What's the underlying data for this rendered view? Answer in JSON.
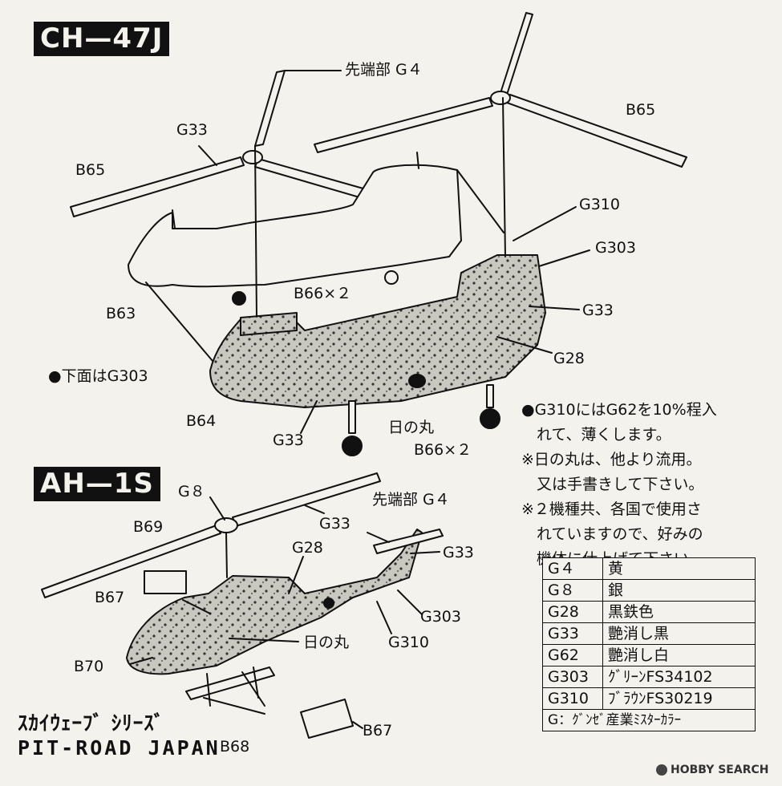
{
  "models": {
    "chinook": {
      "title": "CH—47J"
    },
    "cobra": {
      "title": "AH—1S"
    }
  },
  "chinook_labels": {
    "tip": "先端部 G４",
    "g33_a": "G33",
    "b65_left": "B65",
    "b65_right": "B65",
    "g310": "G310",
    "g303": "G303",
    "b66_upper": "B66×２",
    "g33_b": "G33",
    "b63": "B63",
    "g28": "G28",
    "underside": "下面はG303",
    "b64": "B64",
    "g33_c": "G33",
    "hinomaru": "日の丸",
    "b66_lower": "B66×２"
  },
  "notes": [
    "●G310にはG62を10%程入",
    "　れて、薄くします。",
    "※日の丸は、他より流用。",
    "　又は手書きして下さい。",
    "※２機種共、各国で使用さ",
    "　れていますので、好みの",
    "　機体に仕上げて下さい。"
  ],
  "cobra_labels": {
    "g8": "G８",
    "tip": "先端部 G４",
    "b69": "B69",
    "g33_a": "G33",
    "g33_b": "G33",
    "g28": "G28",
    "b67_a": "B67",
    "g303": "G303",
    "hinomaru": "日の丸",
    "g310": "G310",
    "b70": "B70",
    "b67_b": "B67",
    "b68": "B68"
  },
  "legend": {
    "rows": [
      {
        "code": "G４",
        "name": "黄"
      },
      {
        "code": "G８",
        "name": "銀"
      },
      {
        "code": "G28",
        "name": "黒鉄色"
      },
      {
        "code": "G33",
        "name": "艷消し黒"
      },
      {
        "code": "G62",
        "name": "艷消し白"
      },
      {
        "code": "G303",
        "name": "ｸﾞﾘｰﾝFS34102"
      },
      {
        "code": "G310",
        "name": "ﾌﾞﾗｳﾝFS30219"
      }
    ],
    "footer": "G：ｸﾞﾝｾﾞ産業ﾐｽﾀｰｶﾗｰ"
  },
  "footer": {
    "series": "ｽｶｲｳｪｰﾌﾞ ｼﾘｰｽﾞ",
    "brand": "PIT-ROAD JAPAN",
    "watermark": "HOBBY SEARCH"
  },
  "colors": {
    "ink": "#111111",
    "paper": "#f3f2ec",
    "camo": "#9a9a92"
  }
}
